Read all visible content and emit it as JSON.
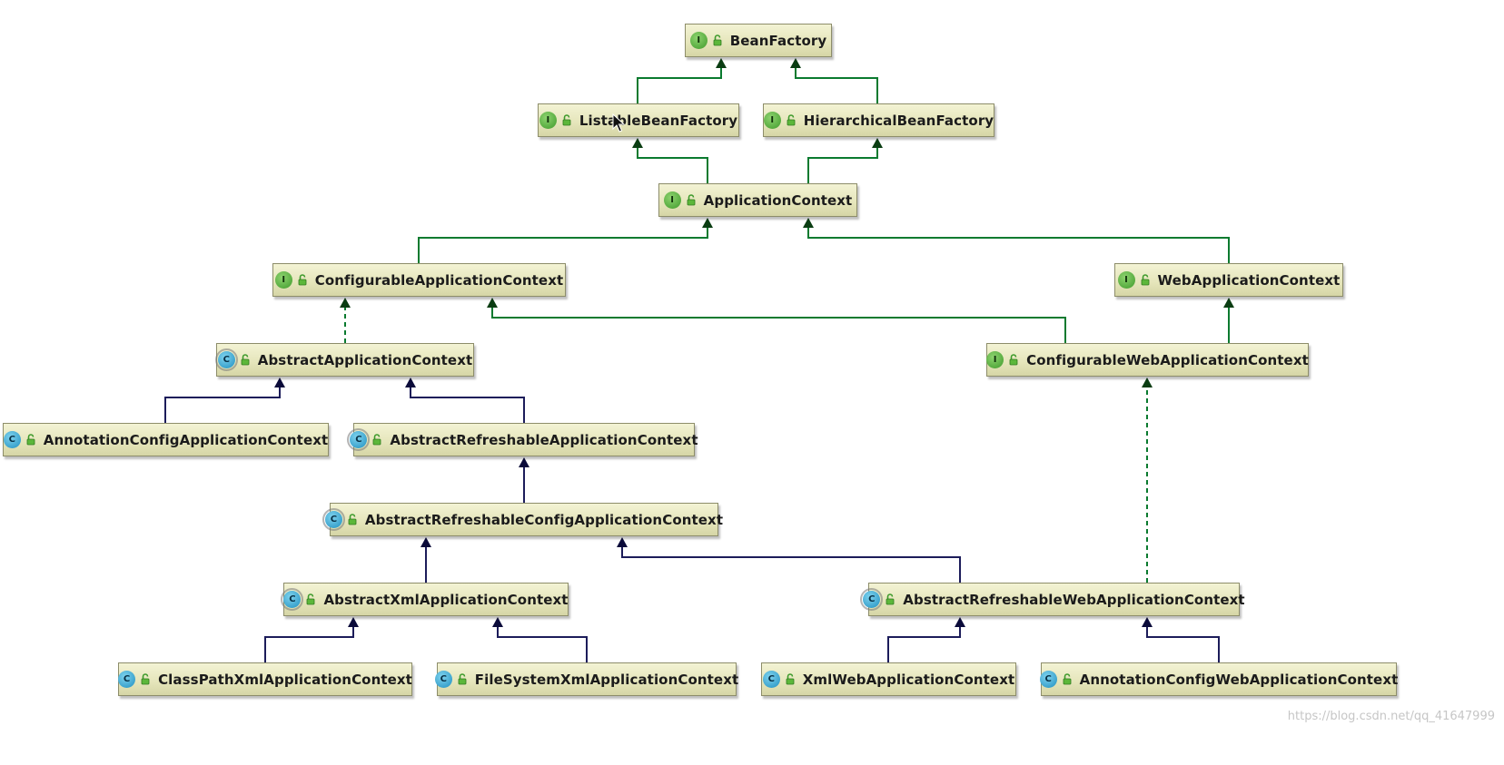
{
  "diagram": {
    "nodes": [
      {
        "id": "BeanFactory",
        "label": "BeanFactory",
        "kind": "interface"
      },
      {
        "id": "ListableBeanFactory",
        "label": "ListableBeanFactory",
        "kind": "interface"
      },
      {
        "id": "HierarchicalBeanFactory",
        "label": "HierarchicalBeanFactory",
        "kind": "interface"
      },
      {
        "id": "ApplicationContext",
        "label": "ApplicationContext",
        "kind": "interface"
      },
      {
        "id": "ConfigurableApplicationContext",
        "label": "ConfigurableApplicationContext",
        "kind": "interface"
      },
      {
        "id": "WebApplicationContext",
        "label": "WebApplicationContext",
        "kind": "interface"
      },
      {
        "id": "AbstractApplicationContext",
        "label": "AbstractApplicationContext",
        "kind": "abstract-class"
      },
      {
        "id": "ConfigurableWebApplicationContext",
        "label": "ConfigurableWebApplicationContext",
        "kind": "interface"
      },
      {
        "id": "AnnotationConfigApplicationContext",
        "label": "AnnotationConfigApplicationContext",
        "kind": "class"
      },
      {
        "id": "AbstractRefreshableApplicationContext",
        "label": "AbstractRefreshableApplicationContext",
        "kind": "abstract-class"
      },
      {
        "id": "AbstractRefreshableConfigApplicationContext",
        "label": "AbstractRefreshableConfigApplicationContext",
        "kind": "abstract-class"
      },
      {
        "id": "AbstractXmlApplicationContext",
        "label": "AbstractXmlApplicationContext",
        "kind": "abstract-class"
      },
      {
        "id": "AbstractRefreshableWebApplicationContext",
        "label": "AbstractRefreshableWebApplicationContext",
        "kind": "abstract-class"
      },
      {
        "id": "ClassPathXmlApplicationContext",
        "label": "ClassPathXmlApplicationContext",
        "kind": "class"
      },
      {
        "id": "FileSystemXmlApplicationContext",
        "label": "FileSystemXmlApplicationContext",
        "kind": "class"
      },
      {
        "id": "XmlWebApplicationContext",
        "label": "XmlWebApplicationContext",
        "kind": "class"
      },
      {
        "id": "AnnotationConfigWebApplicationContext",
        "label": "AnnotationConfigWebApplicationContext",
        "kind": "class"
      }
    ],
    "edges": [
      {
        "from": "ListableBeanFactory",
        "to": "BeanFactory",
        "type": "extends-interface"
      },
      {
        "from": "HierarchicalBeanFactory",
        "to": "BeanFactory",
        "type": "extends-interface"
      },
      {
        "from": "ApplicationContext",
        "to": "ListableBeanFactory",
        "type": "extends-interface"
      },
      {
        "from": "ApplicationContext",
        "to": "HierarchicalBeanFactory",
        "type": "extends-interface"
      },
      {
        "from": "ConfigurableApplicationContext",
        "to": "ApplicationContext",
        "type": "extends-interface"
      },
      {
        "from": "WebApplicationContext",
        "to": "ApplicationContext",
        "type": "extends-interface"
      },
      {
        "from": "ConfigurableWebApplicationContext",
        "to": "ConfigurableApplicationContext",
        "type": "extends-interface"
      },
      {
        "from": "ConfigurableWebApplicationContext",
        "to": "WebApplicationContext",
        "type": "extends-interface"
      },
      {
        "from": "AbstractApplicationContext",
        "to": "ConfigurableApplicationContext",
        "type": "implements"
      },
      {
        "from": "AnnotationConfigApplicationContext",
        "to": "AbstractApplicationContext",
        "type": "extends-class"
      },
      {
        "from": "AbstractRefreshableApplicationContext",
        "to": "AbstractApplicationContext",
        "type": "extends-class"
      },
      {
        "from": "AbstractRefreshableConfigApplicationContext",
        "to": "AbstractRefreshableApplicationContext",
        "type": "extends-class"
      },
      {
        "from": "AbstractXmlApplicationContext",
        "to": "AbstractRefreshableConfigApplicationContext",
        "type": "extends-class"
      },
      {
        "from": "AbstractRefreshableWebApplicationContext",
        "to": "AbstractRefreshableConfigApplicationContext",
        "type": "extends-class"
      },
      {
        "from": "AbstractRefreshableWebApplicationContext",
        "to": "ConfigurableWebApplicationContext",
        "type": "implements"
      },
      {
        "from": "ClassPathXmlApplicationContext",
        "to": "AbstractXmlApplicationContext",
        "type": "extends-class"
      },
      {
        "from": "FileSystemXmlApplicationContext",
        "to": "AbstractXmlApplicationContext",
        "type": "extends-class"
      },
      {
        "from": "XmlWebApplicationContext",
        "to": "AbstractRefreshableWebApplicationContext",
        "type": "extends-class"
      },
      {
        "from": "AnnotationConfigWebApplicationContext",
        "to": "AbstractRefreshableWebApplicationContext",
        "type": "extends-class"
      }
    ],
    "badges": {
      "interface": "I",
      "class": "C"
    },
    "colors": {
      "interface_edge": "#0a7a2f",
      "class_edge": "#1c1c5a",
      "node_fill": "#e6e6bc"
    },
    "watermark": "https://blog.csdn.net/qq_41647999"
  }
}
